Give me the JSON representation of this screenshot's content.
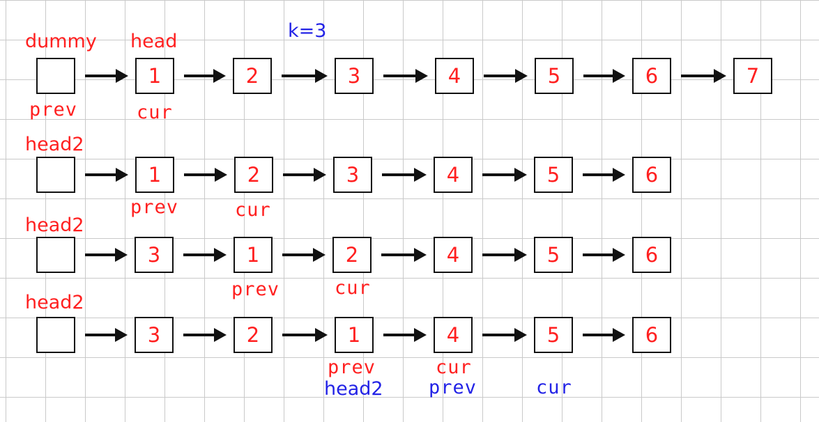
{
  "colors": {
    "label_red": "#ff2020",
    "label_blue": "#2323e6",
    "border": "#111111",
    "grid": "#c9c9c9"
  },
  "rows": [
    {
      "nodes": [
        "",
        "1",
        "2",
        "3",
        "4",
        "5",
        "6",
        "7"
      ]
    },
    {
      "nodes": [
        "",
        "1",
        "2",
        "3",
        "4",
        "5",
        "6"
      ]
    },
    {
      "nodes": [
        "",
        "3",
        "1",
        "2",
        "4",
        "5",
        "6"
      ]
    },
    {
      "nodes": [
        "",
        "3",
        "2",
        "1",
        "4",
        "5",
        "6"
      ]
    }
  ],
  "labels": [
    {
      "text": "dummy",
      "color": "red"
    },
    {
      "text": "head",
      "color": "red"
    },
    {
      "text": "k=3",
      "color": "blue"
    },
    {
      "text": "prev",
      "color": "red"
    },
    {
      "text": "cur",
      "color": "red"
    },
    {
      "text": "head2",
      "color": "red"
    },
    {
      "text": "prev",
      "color": "red"
    },
    {
      "text": "cur",
      "color": "red"
    },
    {
      "text": "head2",
      "color": "red"
    },
    {
      "text": "prev",
      "color": "red"
    },
    {
      "text": "cur",
      "color": "red"
    },
    {
      "text": "head2",
      "color": "red"
    },
    {
      "text": "prev",
      "color": "red"
    },
    {
      "text": "cur",
      "color": "red"
    },
    {
      "text": "head2",
      "color": "blue"
    },
    {
      "text": "prev",
      "color": "blue"
    },
    {
      "text": "cur",
      "color": "blue"
    }
  ]
}
